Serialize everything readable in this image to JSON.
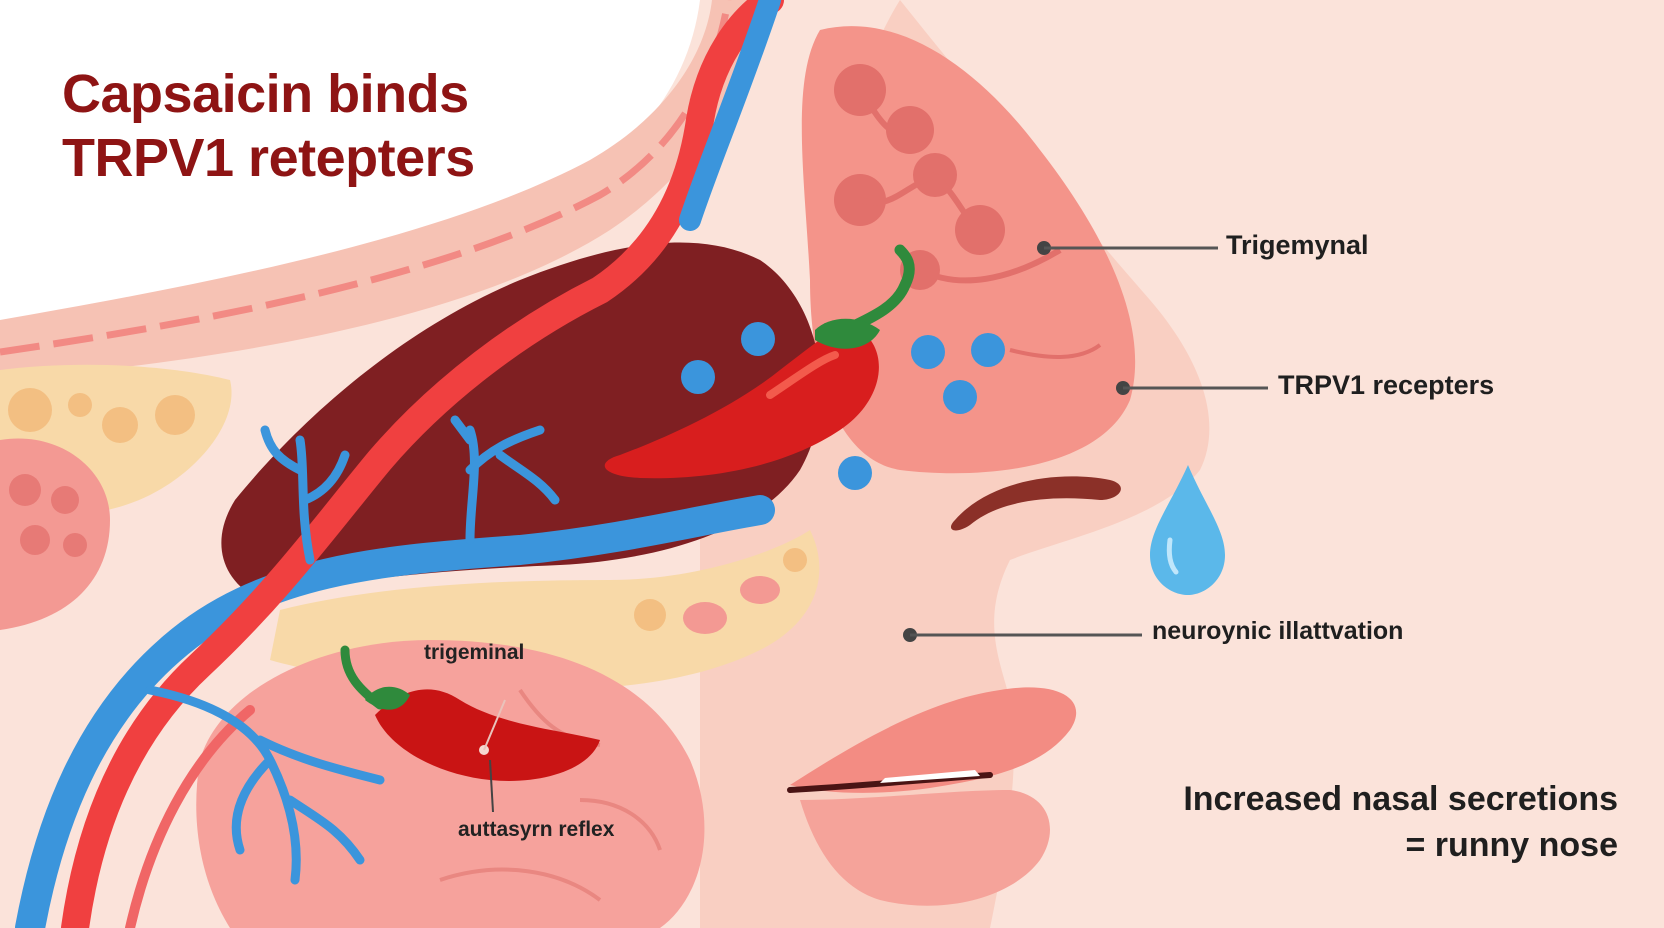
{
  "title": {
    "line1": "Capsaicin binds",
    "line2": "TRPV1 retepters"
  },
  "labels": {
    "trigemynal": "Trigemynal",
    "trpv1_receptors": "TRPV1 recepters",
    "neuroynic": "neuroynic illattvation",
    "trigeminal_inner": "trigeminal",
    "reflex": "auttasyrn reflex"
  },
  "outcome": {
    "line1": "Increased nasal secretions",
    "line2": "= runny nose"
  },
  "colors": {
    "title": "#8e1414",
    "skin": "#f9cfc2",
    "nasal_tissue": "#f4948a",
    "cavity": "#7f1f22",
    "artery": "#f04040",
    "vein": "#3b95dc",
    "pepper": "#d81e1e",
    "pepper_stem": "#2f8a3c",
    "droplet": "#5bb8ea"
  }
}
